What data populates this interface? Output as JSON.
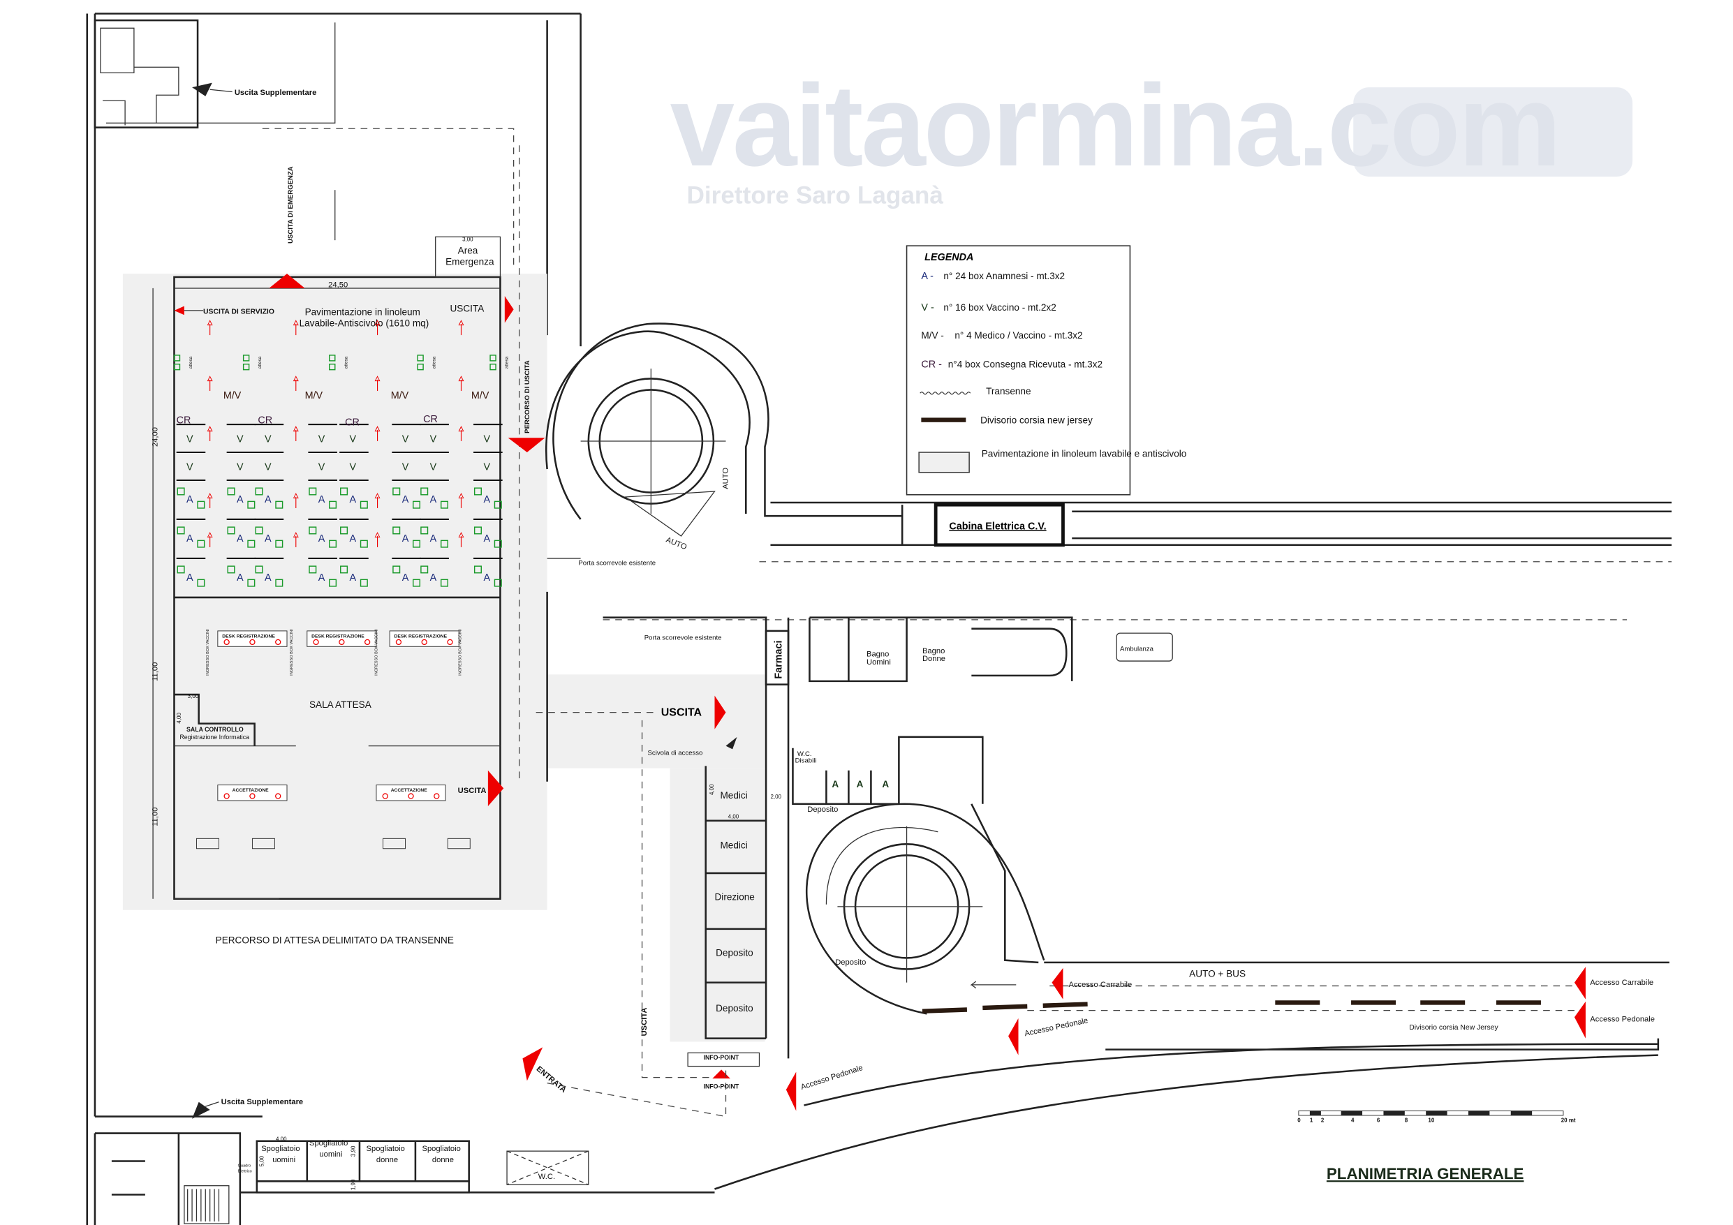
{
  "watermark": {
    "brand": "vaitaormina.com",
    "subtitle": "Direttore Saro Laganà"
  },
  "title": "PLANIMETRIA GENERALE",
  "legend": {
    "heading": "LEGENDA",
    "items": [
      {
        "key": "A -",
        "text": "n° 24 box Anamnesi - mt.3x2",
        "color": "#1a2a7a"
      },
      {
        "key": "V -",
        "text": "n° 16 box Vaccino - mt.2x2",
        "color": "#1a3a1a"
      },
      {
        "key": "M/V -",
        "text": "n° 4 Medico / Vaccino - mt.3x2",
        "color": "#111111"
      },
      {
        "key": "CR -",
        "text": "n°4 box Consegna Ricevuta - mt.3x2",
        "color": "#3a1a3a"
      },
      {
        "key": "",
        "text": "Transenne"
      },
      {
        "key": "",
        "text": "Divisorio corsia new jersey"
      },
      {
        "key": "",
        "text": "Pavimentazione in linoleum lavabile e antiscivolo"
      }
    ]
  },
  "hall": {
    "floor_line1": "Pavimentazione in linoleum",
    "floor_line2": "Lavabile-Antiscivolo (1610 mq)",
    "width_dim": "24,50",
    "height_dims": [
      "24,00",
      "11,00",
      "11,00"
    ],
    "uscita_servizio": "USCITA DI SERVIZIO",
    "uscita": "USCITA",
    "percorso_uscita": "PERCORSO DI USCITA",
    "uscita_emergenza": "USCITA DI EMERGENZA",
    "area_emergenza_dim": "3,00",
    "area_emergenza": [
      "Area",
      "Emergenza"
    ],
    "attesa": "attesa",
    "box_letters": {
      "A": "A",
      "V": "V",
      "CR": "CR",
      "MV": "M/V"
    },
    "desk_registrazione": "DESK REGISTRAZIONE",
    "ingresso_box": "INGRESSO BOX VACCINI",
    "sala_attesa": "SALA ATTESA",
    "sala_controllo": "SALA CONTROLLO",
    "registrazione_informatica": "Registrazione Informatica",
    "controllo_dims": [
      "3,00",
      "4,00"
    ],
    "accettazione": "ACCETTAZIONE",
    "uscita_lower": "USCITA",
    "percorso_attesa": "PERCORSO DI ATTESA DELIMITATO DA TRANSENNE"
  },
  "site": {
    "uscita_supplementare_top": "Uscita Supplementare",
    "uscita_supplementare_bottom": "Uscita Supplementare",
    "porta_scorrevole_1": "Porta scorrevole esistente",
    "porta_scorrevole_2": "Porta scorrevole esistente",
    "auto_1": "AUTO",
    "auto_2": "AUTO",
    "cabina": "Cabina Elettrica C.V.",
    "farmaci": "Farmaci",
    "bagno_uomini": [
      "Bagno",
      "Uomini"
    ],
    "bagno_donne": [
      "Bagno",
      "Donne"
    ],
    "ambulanza": "Ambulanza",
    "uscita_big": "USCITA",
    "scivola": "Scivola di accesso",
    "wc_disabili": [
      "W.C.",
      "Disabili"
    ],
    "rooms": [
      "Medici",
      "Medici",
      "Direzione",
      "Deposito",
      "Deposito"
    ],
    "room_dims": [
      "4,00",
      "4,00",
      "2,00"
    ],
    "deposito_ring_1": "Deposito",
    "deposito_ring_2": "Deposito",
    "uscita_vertical": "USCITA",
    "info_point": "INFO-POINT",
    "info_point_2": "INFO-POINT",
    "entrata": "ENTRATA",
    "accesso_pedonale_1": "Accesso Pedonale",
    "accesso_pedonale_2": "Accesso Pedonale",
    "accesso_pedonale_3": "Accesso Pedonale",
    "accesso_carrabile_1": "Accesso Carrabile",
    "accesso_carrabile_2": "Accesso Carrabile",
    "auto_bus": "AUTO + BUS",
    "divisorio": "Divisorio corsia New Jersey",
    "spogliatoi": [
      [
        "Spogliatoio",
        "uomini"
      ],
      [
        "Spogliatoio",
        "uomini"
      ],
      [
        "Spogliatoio",
        "donne"
      ],
      [
        "Spogliatoio",
        "donne"
      ]
    ],
    "spogliatoi_dims": [
      "4,00",
      "5,00",
      "3,90",
      "1,90"
    ],
    "quadro": [
      "Quadro",
      "Elettrico"
    ],
    "wc": "W.C."
  },
  "scale_bar": {
    "ticks": [
      "0",
      "1",
      "2",
      "4",
      "6",
      "8",
      "10"
    ],
    "end": "20 mt"
  }
}
